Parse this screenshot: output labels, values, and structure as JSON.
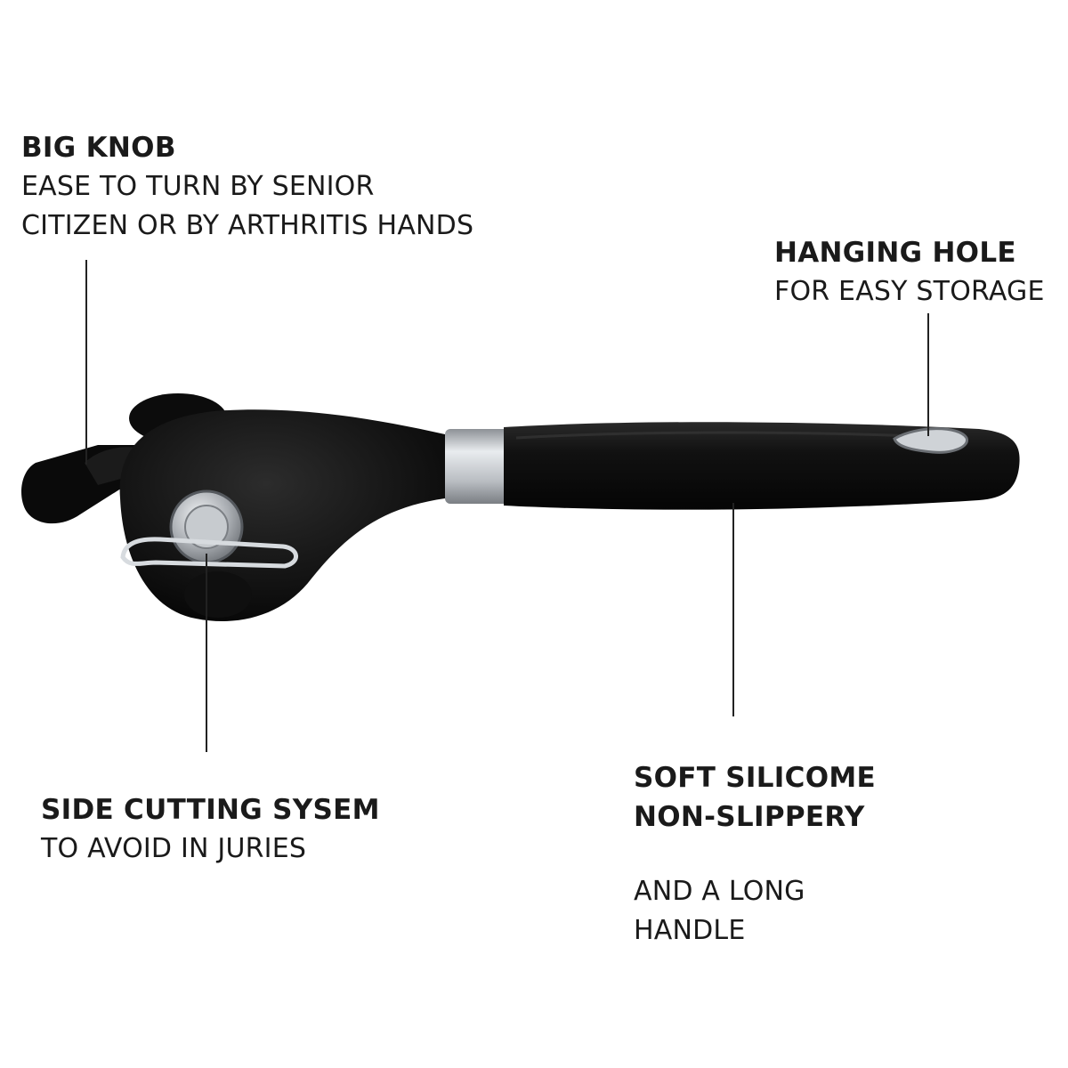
{
  "callouts": {
    "knob": {
      "title": "BIG KNOB",
      "lines": [
        "EASE TO TURN BY SENIOR",
        "CITIZEN OR BY ARTHRITIS HANDS"
      ]
    },
    "hole": {
      "title": "HANGING HOLE",
      "lines": [
        "FOR EASY STORAGE"
      ]
    },
    "cutting": {
      "title": "SIDE CUTTING SYSEM",
      "lines": [
        "TO AVOID IN JURIES"
      ]
    },
    "grip": {
      "title_lines": [
        "SOFT SILICOME",
        "NON-SLIPPERY"
      ],
      "lines": [
        "AND A LONG",
        "HANDLE"
      ]
    }
  },
  "colors": {
    "background": "#ffffff",
    "body": "#0d0d0d",
    "metal": "#b8bcc0",
    "text": "#1a1a1a"
  }
}
